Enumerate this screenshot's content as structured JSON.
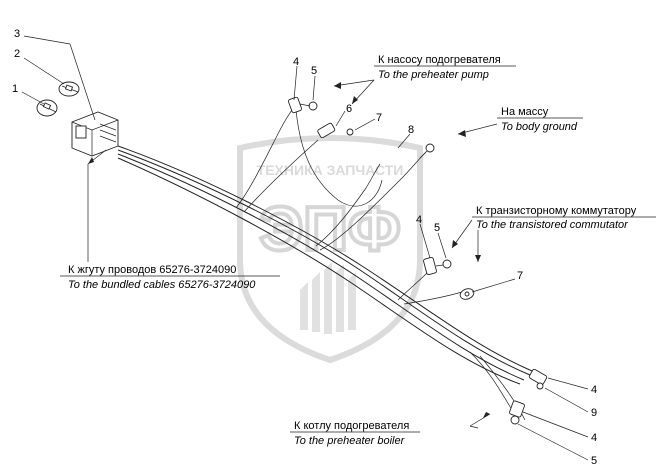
{
  "watermark": {
    "banner": "ТЕХНИКА ЗАПЧАСТИ",
    "letters": "ЭПФ",
    "color": "#d4d4d4"
  },
  "callouts": {
    "pump": {
      "ru": "К насосу подогревателя",
      "en": "To the preheater pump"
    },
    "ground": {
      "ru": "На массу",
      "en": "To body ground"
    },
    "commutator": {
      "ru": "К транзисторному коммутатору",
      "en": "To the transistored commutator"
    },
    "harness": {
      "ru": "К жгуту проводов 65276-3724090",
      "en": "To the bundled cables 65276-3724090"
    },
    "boiler": {
      "ru": "К котлу подогревателя",
      "en": "To the preheater boiler"
    }
  },
  "part_numbers": {
    "n1": "1",
    "n2": "2",
    "n3": "3",
    "n4_pump": "4",
    "n5_pump": "5",
    "n6": "6",
    "n7_top": "7",
    "n8": "8",
    "n4_comm": "4",
    "n5_comm": "5",
    "n7_mid": "7",
    "n4_low1": "4",
    "n9": "9",
    "n4_low2": "4",
    "n5_low": "5"
  }
}
